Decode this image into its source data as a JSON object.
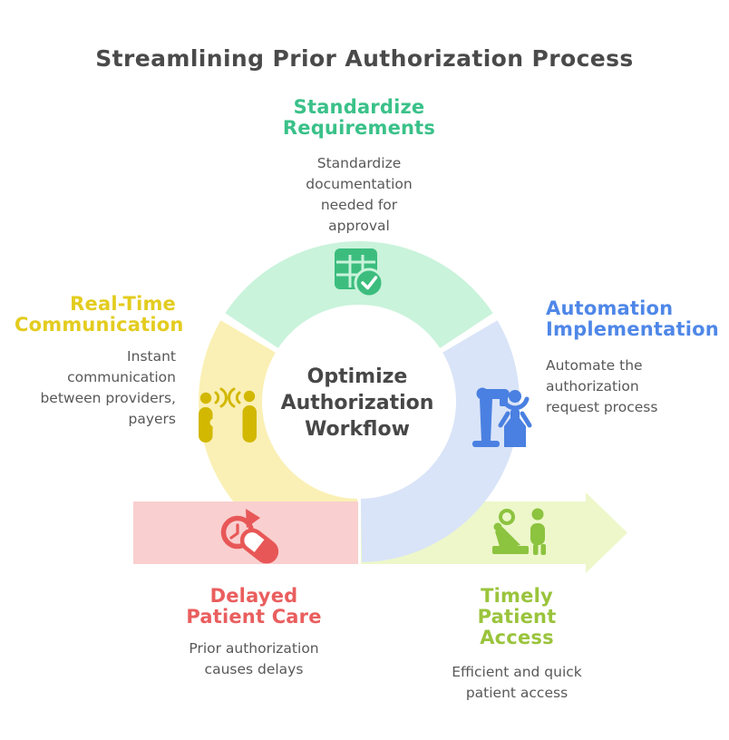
{
  "title": "Streamlining Prior Authorization Process",
  "center_label": "Optimize\nAuthorization\nWorkflow",
  "diagram_type": "circular-process-flow",
  "text_color": "#4a4a4a",
  "body_text_color": "#585858",
  "steps": [
    {
      "name": "standardize-requirements",
      "heading": "Standardize\nRequirements",
      "body": "Standardize\ndocumentation\nneeded for\napproval",
      "accent_color": "#3ac189",
      "segment_color": "#c9f3db",
      "icon": "table-check-icon",
      "icon_color": "#3cbd7e",
      "position": "top"
    },
    {
      "name": "automation-implementation",
      "heading": "Automation\nImplementation",
      "body": "Automate the\nauthorization\nrequest process",
      "accent_color": "#4f87e8",
      "segment_color": "#d9e4f8",
      "icon": "robot-arm-icon",
      "icon_color": "#4a80e1",
      "position": "right"
    },
    {
      "name": "timely-patient-access",
      "heading": "Timely\nPatient\nAccess",
      "body": "Efficient and quick\npatient access",
      "accent_color": "#9ac43c",
      "segment_color": "#edf7ca",
      "icon": "patient-bed-icon",
      "icon_color": "#8cc33f",
      "position": "bottom-right"
    },
    {
      "name": "delayed-patient-care",
      "heading": "Delayed\nPatient Care",
      "body": "Prior authorization\ncauses delays",
      "accent_color": "#ea5e5e",
      "segment_color": "#f9cfcf",
      "icon": "clock-pill-icon",
      "icon_color": "#e85757",
      "position": "bottom-left"
    },
    {
      "name": "real-time-communication",
      "heading": "Real-Time\nCommunication",
      "body": "Instant\ncommunication\nbetween providers,\npayers",
      "accent_color": "#e3cc1f",
      "segment_color": "#faf0b5",
      "icon": "people-waves-icon",
      "icon_color": "#d2b800",
      "position": "left"
    }
  ]
}
